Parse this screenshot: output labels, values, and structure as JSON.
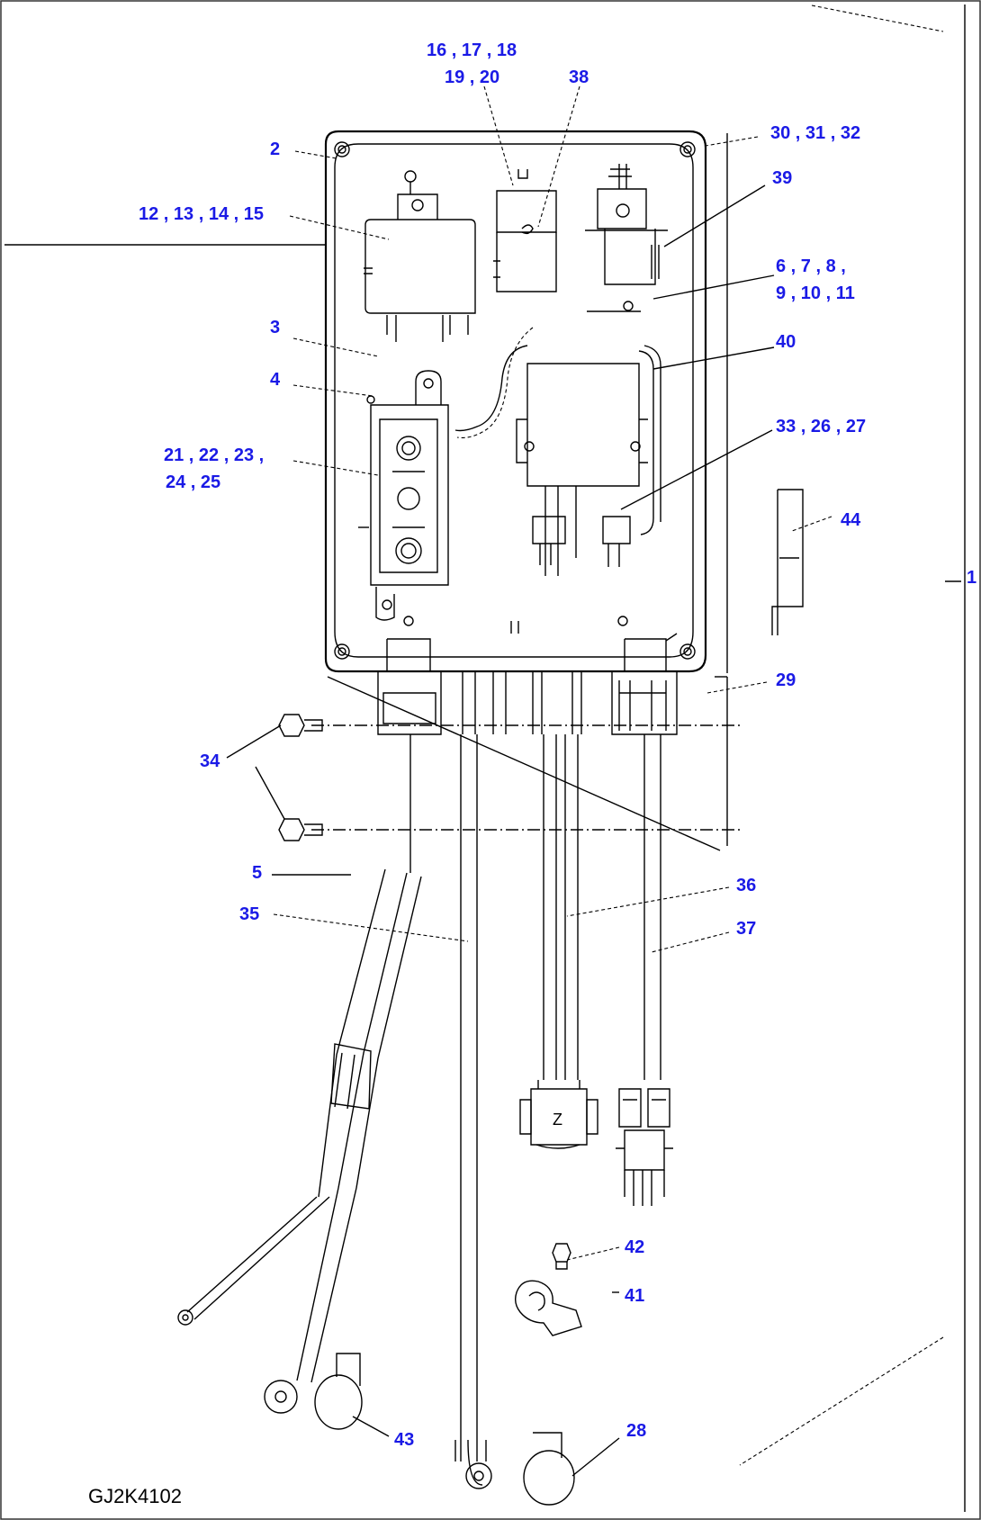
{
  "drawing_code": "GJ2K4102",
  "callouts": {
    "c1": "1",
    "c2": "2",
    "c3": "3",
    "c4": "4",
    "c5": "5",
    "c6": "6 , 7 , 8 ,",
    "c9": "9 , 10 , 11",
    "c12": "12 , 13 , 14 , 15",
    "c16": "16 , 17 , 18",
    "c19": "19 , 20",
    "c21": "21 , 22 , 23 ,",
    "c24": "24 , 25",
    "c28": "28",
    "c29": "29",
    "c30": "30 , 31 , 32",
    "c33": "33 , 26 , 27",
    "c34": "34",
    "c35": "35",
    "c36": "36",
    "c37": "37",
    "c38": "38",
    "c39": "39",
    "c40": "40",
    "c41": "41",
    "c42": "42",
    "c43": "43",
    "c44": "44"
  }
}
